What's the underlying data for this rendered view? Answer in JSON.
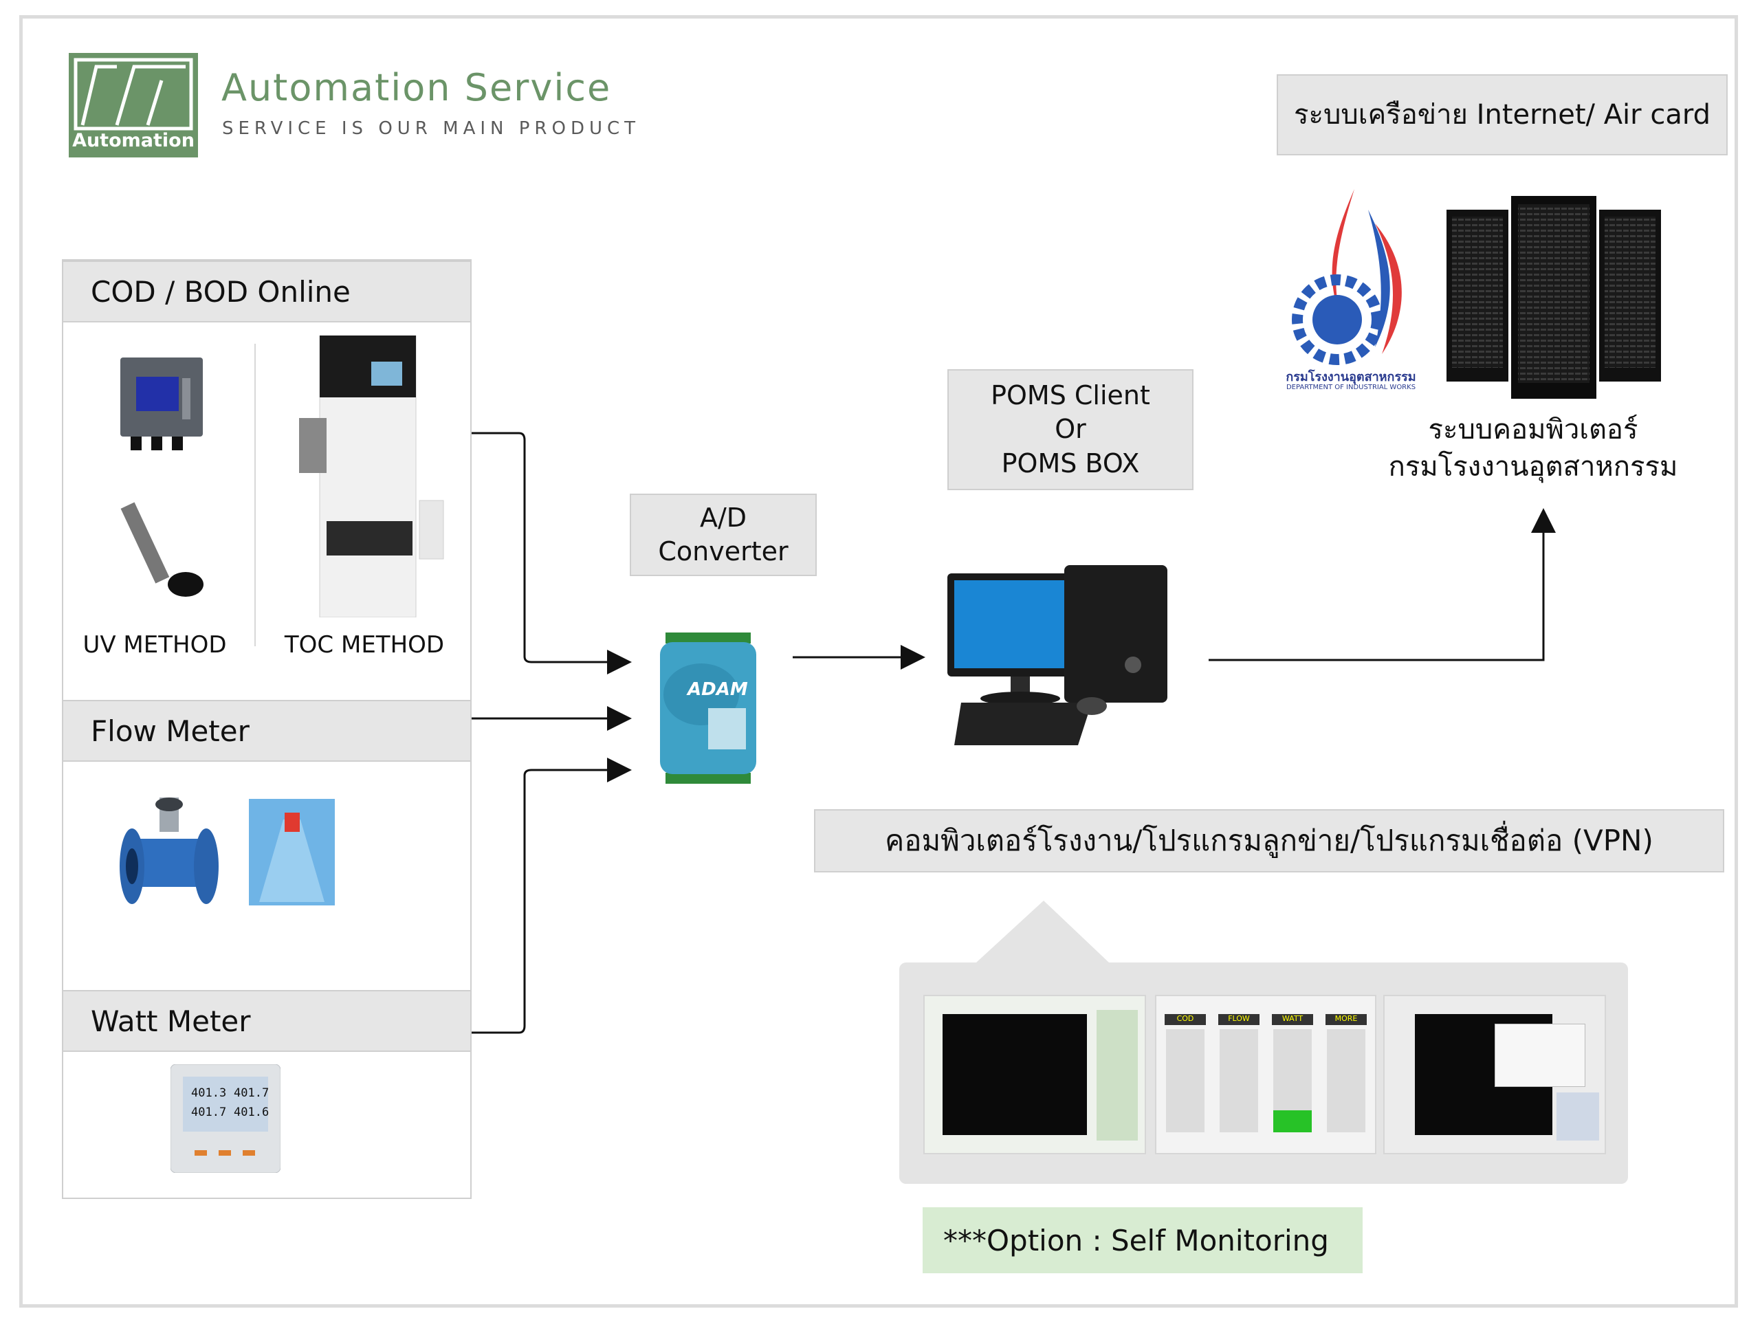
{
  "logo": {
    "badge_text": "Automation",
    "title": "Automation Service",
    "tagline": "SERVICE IS OUR MAIN PRODUCT"
  },
  "network_label": "ระบบเครือข่าย Internet/ Air card",
  "dept_logo": {
    "thai_name": "กรมโรงงานอุตสาหกรรม",
    "english_name": "DEPARTMENT OF INDUSTRIAL WORKS"
  },
  "server_caption": {
    "line1": "ระบบคอมพิวเตอร์",
    "line2": "กรมโรงงานอุตสาหกรรม"
  },
  "sections": {
    "cod_bod": "COD / BOD Online",
    "flow_meter": "Flow Meter",
    "watt_meter": "Watt Meter"
  },
  "methods": {
    "uv": "UV METHOD",
    "toc": "TOC METHOD"
  },
  "ad_converter": {
    "line1": "A/D",
    "line2": "Converter",
    "device_brand": "ADAM"
  },
  "poms": {
    "line1": "POMS Client",
    "line2": "Or",
    "line3": "POMS BOX"
  },
  "factory_label": "คอมพิวเตอร์โรงงาน/โปรแกรมลูกข่าย/โปรแกรมเชื่อต่อ (VPN)",
  "option_label": "***Option : Self Monitoring",
  "watt_display": [
    "401.3",
    "401.7",
    "401.7",
    "401.6"
  ],
  "monitor_tiles": [
    "COD",
    "FLOW",
    "WATT",
    "MORE"
  ],
  "colors": {
    "logo_green": "#6b9468",
    "box_gray": "#e6e6e6",
    "option_green": "#d8ecd2",
    "converter_blue": "#3fa2c6",
    "flow_blue": "#2f6fbf"
  }
}
